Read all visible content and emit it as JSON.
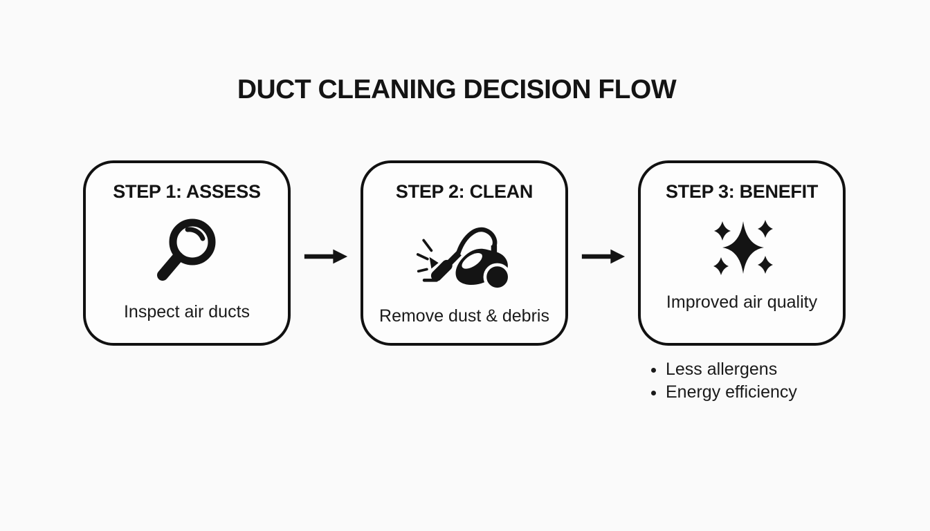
{
  "title": "DUCT CLEANING DECISION FLOW",
  "steps": [
    {
      "heading": "STEP 1: ASSESS",
      "caption": "Inspect air ducts",
      "icon": "magnifier-icon"
    },
    {
      "heading": "STEP 2: CLEAN",
      "caption": "Remove dust & debris",
      "icon": "vacuum-icon"
    },
    {
      "heading": "STEP 3: BENEFIT",
      "caption": "Improved air quality",
      "icon": "sparkles-icon"
    }
  ],
  "connector_icon": "right-arrow-icon",
  "benefits": {
    "items": [
      "Less allergens",
      "Energy efficiency"
    ]
  },
  "colors": {
    "ink": "#141414",
    "background": "#fafafa",
    "box_background": "#fdfdfd"
  }
}
